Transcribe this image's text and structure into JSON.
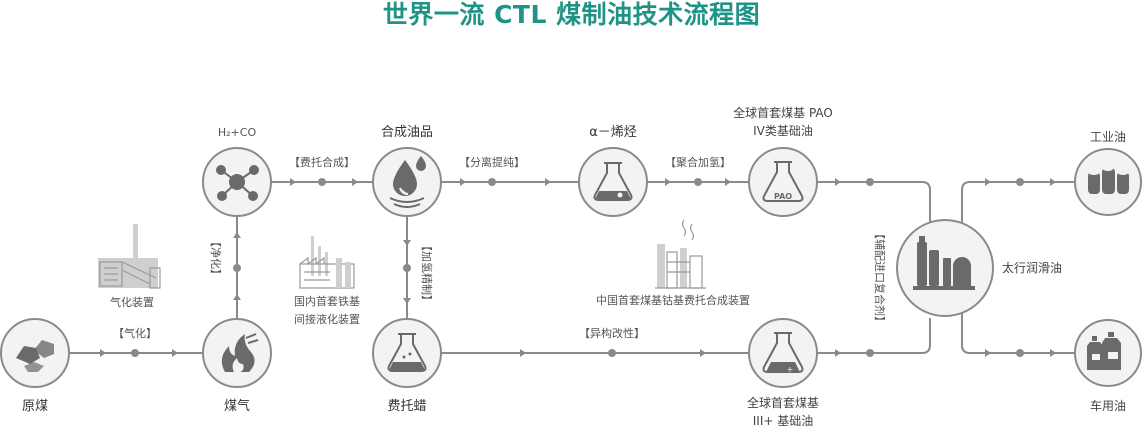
{
  "title": "世界一流 CTL 煤制油技术流程图",
  "nodes": {
    "coal": "原煤",
    "gas": "煤气",
    "syngas": "H₂+CO",
    "synthetic_oil": "合成油品",
    "ft_wax": "费托蜡",
    "alpha_olefin": "α－烯烃",
    "pao_line1": "全球首套煤基 PAO",
    "pao_line2": "IV类基础油",
    "base3_line1": "全球首套煤基",
    "base3_line2": "III+ 基础油",
    "taihang": "太行润滑油",
    "industrial": "工业油",
    "vehicle": "车用油"
  },
  "process_labels": {
    "gasification": "【气化】",
    "purification": "【净化】",
    "ft_synthesis": "【费托合成】",
    "hydrorefining": "【加氢精制】",
    "separation": "【分离提纯】",
    "polymerization": "【聚合加氢】",
    "isomerization": "【异构改性】",
    "additive": "【辅配进口复合剂】"
  },
  "facilities": {
    "gasifier": "气化装置",
    "indirect_line1": "国内首套铁基",
    "indirect_line2": "间接液化装置",
    "cobalt": "中国首套煤基钴基费托合成装置"
  },
  "icons": {
    "coal": "coal-lumps-icon",
    "gas": "flame-icon",
    "syngas": "molecule-icon",
    "synthetic_oil": "oil-drop-icon",
    "ft_wax": "flask-icon",
    "alpha_olefin": "flask-icon",
    "pao": "flask-pao-icon",
    "base3": "flask-icon",
    "taihang": "refinery-icon",
    "industrial": "barrels-icon",
    "vehicle": "oil-cans-icon"
  },
  "colors": {
    "title": "#1f9486",
    "line": "#8a8a8a",
    "node_fill": "#f3f3f3"
  }
}
